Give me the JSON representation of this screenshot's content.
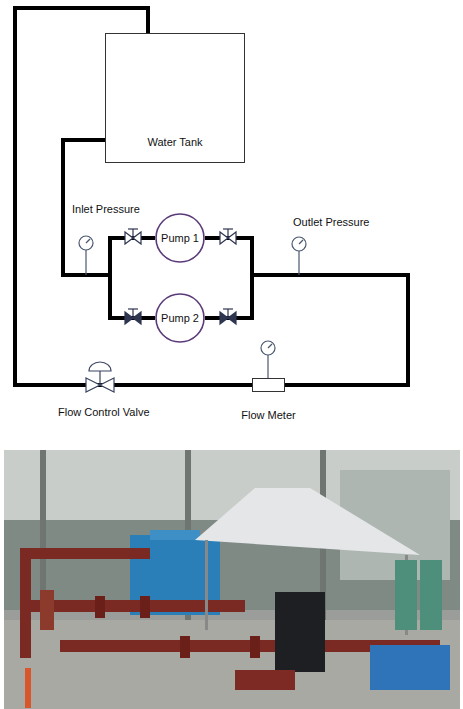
{
  "diagram": {
    "nodes": [
      {
        "text": [
          "Water Tank"
        ]
      },
      {
        "text": [
          "Pump 1"
        ]
      },
      {
        "text": [
          "Pump 2"
        ]
      },
      {
        "text": [
          "Flow Meter"
        ]
      }
    ],
    "edges": [
      {
        "from": 0,
        "to": 1,
        "arrow": "none"
      },
      {
        "from": 0,
        "to": 2,
        "arrow": "none"
      },
      {
        "from": 1,
        "to": 3,
        "arrow": "none"
      },
      {
        "from": 2,
        "to": 3,
        "arrow": "none"
      },
      {
        "from": 3,
        "to": 0,
        "arrow": "none"
      }
    ],
    "labels": [
      "Inlet Pressure",
      "Outlet Pressure",
      "Flow Control Valve"
    ]
  }
}
